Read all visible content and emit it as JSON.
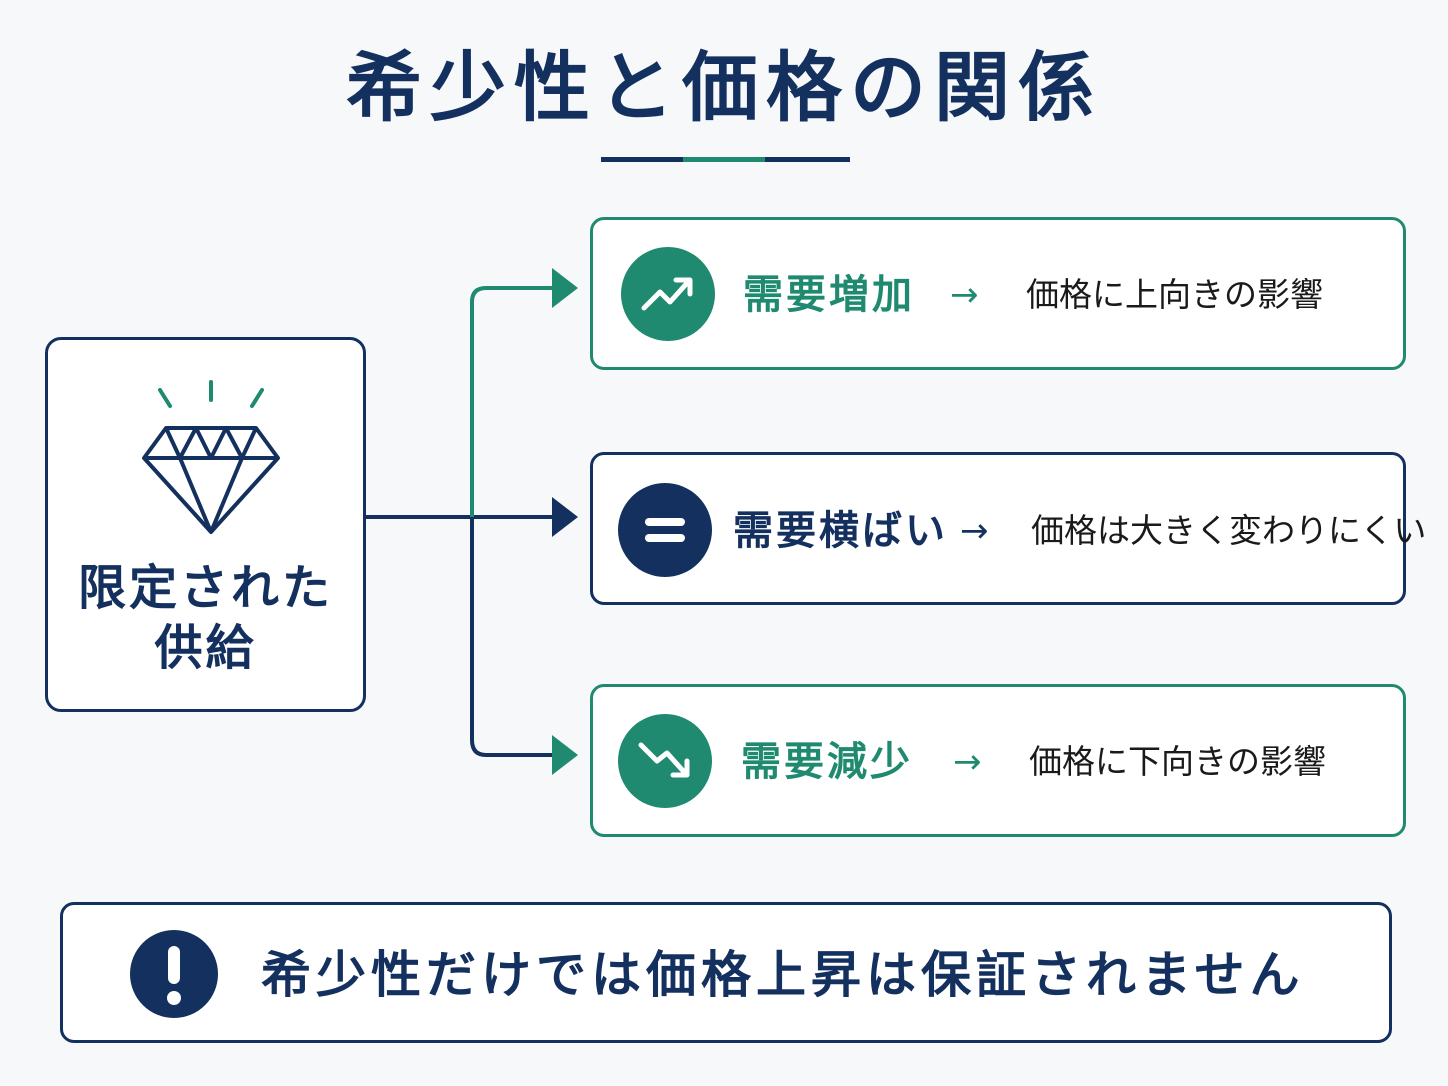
{
  "title": "希少性と価格の関係",
  "supply": {
    "icon": "diamond-icon",
    "label_line1": "限定された",
    "label_line2": "供給"
  },
  "scenarios": [
    {
      "icon": "trend-up-icon",
      "condition": "需要増加",
      "arrow": "→",
      "effect": "価格に上向きの影響",
      "color": "#1f8a70"
    },
    {
      "icon": "equals-icon",
      "condition": "需要横ばい",
      "arrow": "→",
      "effect": "価格は大きく変わりにくい",
      "color": "#13305e"
    },
    {
      "icon": "trend-down-icon",
      "condition": "需要減少",
      "arrow": "→",
      "effect": "価格に下向きの影響",
      "color": "#1f8a70"
    }
  ],
  "warning": {
    "icon": "exclamation-icon",
    "text": "希少性だけでは価格上昇は保証されません"
  },
  "colors": {
    "navy": "#13305e",
    "green": "#1f8a70"
  }
}
